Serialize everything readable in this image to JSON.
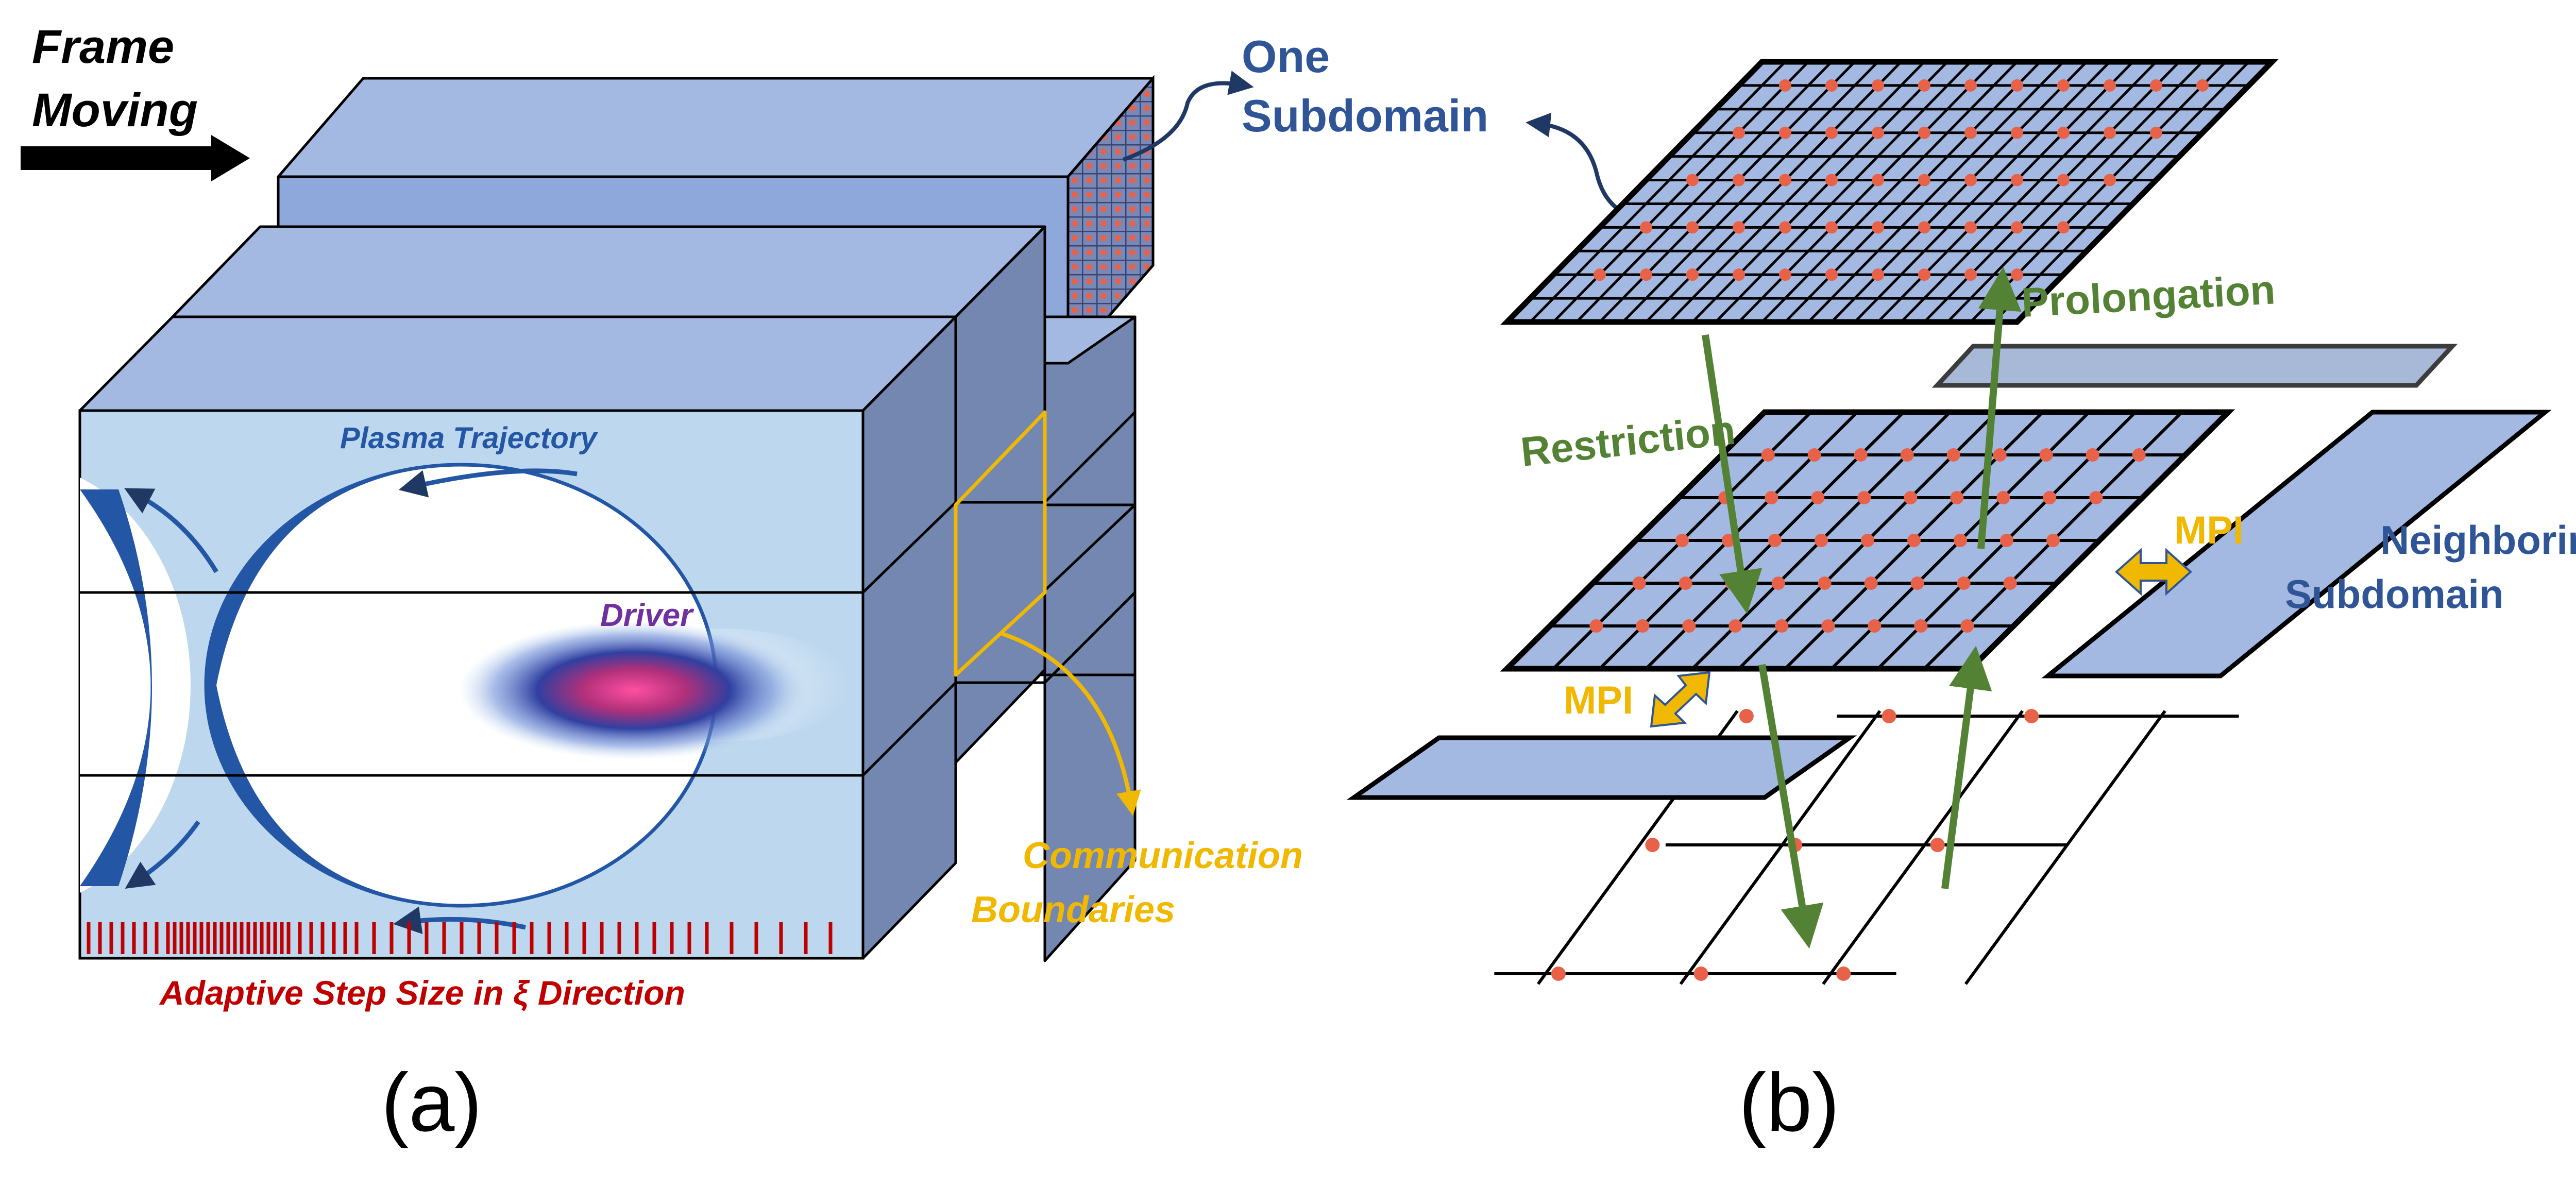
{
  "panel_a": {
    "frame_moving_line1": "Frame",
    "frame_moving_line2": "Moving",
    "plasma_trajectory": "Plasma Trajectory",
    "driver": "Driver",
    "communication_line1": "Communication",
    "communication_line2": "Boundaries",
    "adaptive_step": "Adaptive Step Size in ξ Direction",
    "caption": "(a)"
  },
  "panel_b": {
    "one_subdomain_line1": "One",
    "one_subdomain_line2": "Subdomain",
    "prolongation": "Prolongation",
    "restriction": "Restriction",
    "mpi_right": "MPI",
    "mpi_left": "MPI",
    "neighboring_line1": "Neighboring",
    "neighboring_line2": "Subdomain",
    "caption": "(b)"
  },
  "colors": {
    "box_face": "#bdd7ee",
    "box_top": "#a4b9e2",
    "box_side": "#7387b0",
    "plasma_blue": "#2356a5",
    "driver_purple": "#7030a0",
    "comm_orange": "#f0b800",
    "adaptive_red": "#c00000",
    "label_blue": "#2f5597",
    "arrow_green": "#548235",
    "grid_node": "#e8624a"
  }
}
